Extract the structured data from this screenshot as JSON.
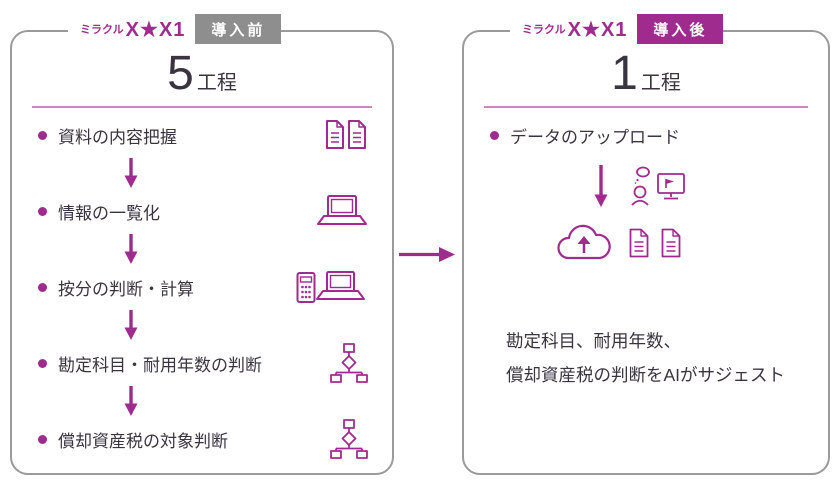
{
  "brand": {
    "prefix": "ミラクル",
    "name": "X★X1"
  },
  "before": {
    "status": "導入前",
    "count": "5",
    "unit": "工程",
    "steps": [
      {
        "label": "資料の内容把握",
        "icon": "documents"
      },
      {
        "label": "情報の一覧化",
        "icon": "laptop"
      },
      {
        "label": "按分の判断・計算",
        "icon": "calculator-laptop"
      },
      {
        "label": "勘定科目・耐用年数の判断",
        "icon": "flowchart"
      },
      {
        "label": "償却資産税の対象判断",
        "icon": "flowchart"
      }
    ]
  },
  "after": {
    "status": "導入後",
    "count": "1",
    "unit": "工程",
    "steps": [
      {
        "label": "データのアップロード",
        "icon": "user-thinking-monitor"
      }
    ],
    "upload_icons": [
      "cloud-upload",
      "document",
      "document"
    ],
    "result_lines": [
      "勘定科目、耐用年数、",
      "償却資産税の判断をAIがサジェスト"
    ]
  },
  "colors": {
    "accent": "#A02B8F",
    "gray": "#8E8E8E",
    "text": "#3A3440",
    "rule": "#C989BD",
    "border": "#9A9A9A"
  }
}
